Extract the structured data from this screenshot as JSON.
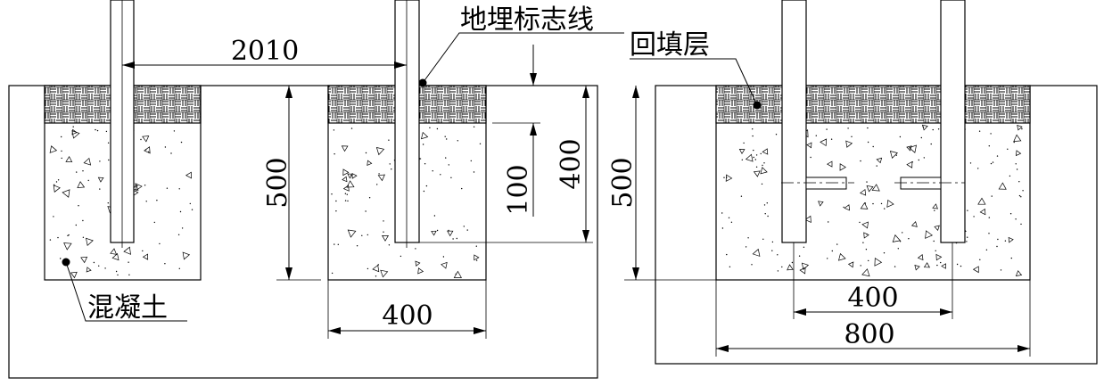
{
  "labels": {
    "marker_line": "地埋标志线",
    "backfill": "回填层",
    "concrete": "混凝土"
  },
  "dimensions": {
    "post_spacing": "2010",
    "depth_left": "500",
    "depth_right": "500",
    "embed_depth": "400",
    "cover_depth": "100",
    "footing_width": "400",
    "post_gap": "400",
    "pit_width": "800"
  }
}
